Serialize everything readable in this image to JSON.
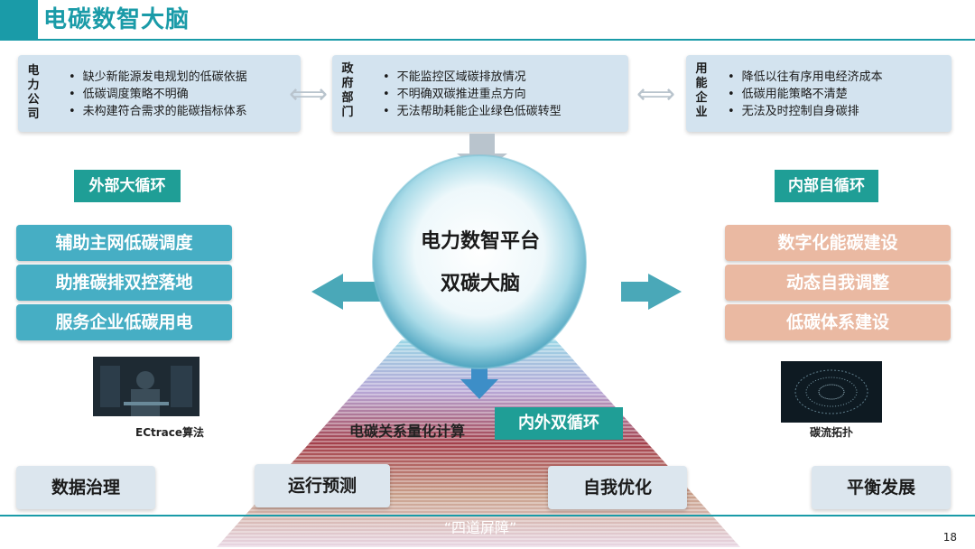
{
  "title": "电碳数智大脑",
  "stakeholders": [
    {
      "label": [
        "电",
        "力",
        "公",
        "司"
      ],
      "items": [
        "缺少新能源发电规划的低碳依据",
        "低碳调度策略不明确",
        "未构建符合需求的能碳指标体系"
      ]
    },
    {
      "label": [
        "政",
        "府",
        "部",
        "门"
      ],
      "items": [
        "不能监控区域碳排放情况",
        "不明确双碳推进重点方向",
        "无法帮助耗能企业绿色低碳转型"
      ]
    },
    {
      "label": [
        "用",
        "能",
        "企",
        "业"
      ],
      "items": [
        "降低以往有序用电经济成本",
        "低碳用能策略不清楚",
        "无法及时控制自身碳排"
      ]
    }
  ],
  "left": {
    "tag": "外部大循环",
    "items": [
      "辅助主网低碳调度",
      "助推碳排双控落地",
      "服务企业低碳用电"
    ],
    "caption": "ECtrace算法"
  },
  "right": {
    "tag": "内部自循环",
    "items": [
      "数字化能碳建设",
      "动态自我调整",
      "低碳体系建设"
    ],
    "caption": "碳流拓扑"
  },
  "center": {
    "line1": "电力数智平台",
    "line2": "双碳大脑",
    "calc_label": "电碳关系量化计算",
    "loop_tag": "内外双循环",
    "barrier": "“四道屏障”"
  },
  "pillars": [
    "数据治理",
    "运行预测",
    "自我优化",
    "平衡发展"
  ],
  "page_number": "18",
  "colors": {
    "brand": "#1a9ba8",
    "tag": "#1f9e96",
    "blue_item": "#46aec4",
    "peach_item": "#eab9a2",
    "stake_box": "#d3e3ef"
  }
}
